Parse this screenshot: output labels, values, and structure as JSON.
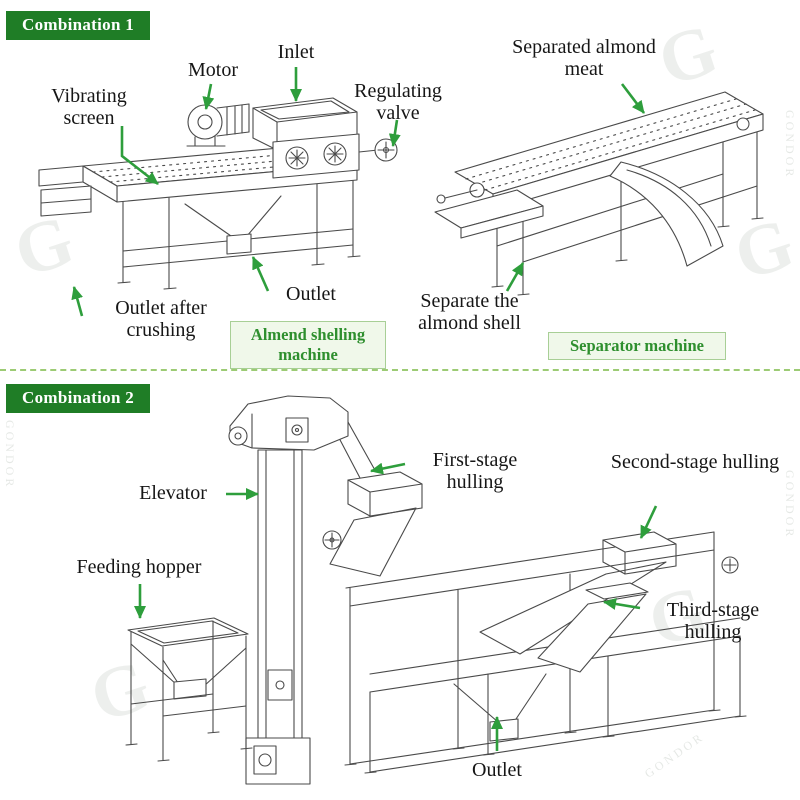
{
  "combination1": {
    "badge": "Combination 1",
    "labels": {
      "vibrating_screen": "Vibrating screen",
      "motor": "Motor",
      "inlet": "Inlet",
      "regulating_valve": "Regulating valve",
      "outlet_after_crushing": "Outlet after crushing",
      "outlet": "Outlet",
      "separated_almond_meat": "Separated almond meat",
      "separate_the_almond_shell": "Separate the almond shell"
    },
    "machine_tags": {
      "shelling": "Almend shelling machine",
      "separator": "Separator machine"
    }
  },
  "combination2": {
    "badge": "Combination 2",
    "labels": {
      "elevator": "Elevator",
      "feeding_hopper": "Feeding hopper",
      "first_stage": "First-stage hulling",
      "second_stage": "Second-stage hulling",
      "third_stage": "Third-stage hulling",
      "outlet": "Outlet"
    }
  },
  "watermark": {
    "letter": "G",
    "text": "GONDOR"
  },
  "colors": {
    "badge_background": "#1f7d26",
    "badge_text": "#ffffff",
    "arrow_green": "#2e9e3c",
    "tag_text": "#2e8f2e",
    "tag_background": "#f0f8ea",
    "tag_border": "#a8cf96",
    "line_art": "#4a4a4a",
    "divider": "#9ccb74"
  }
}
